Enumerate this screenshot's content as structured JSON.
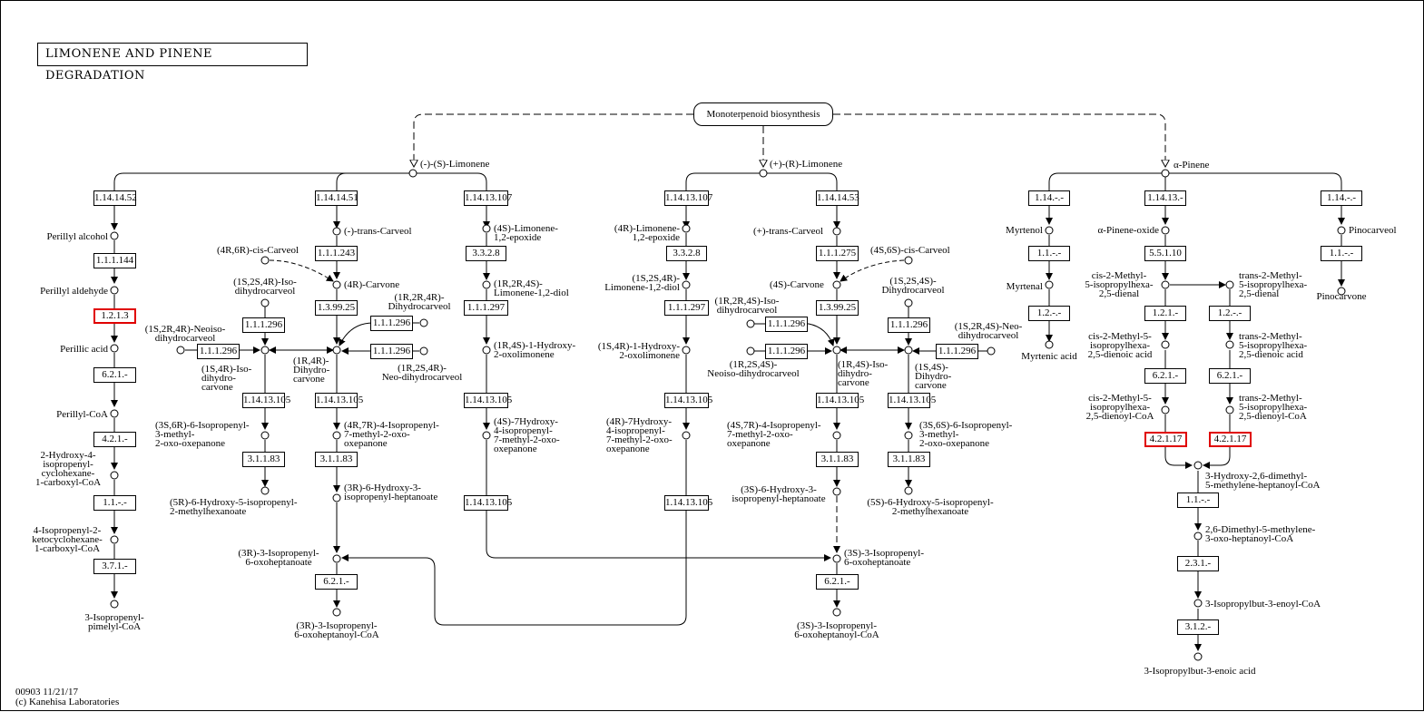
{
  "title": "LIMONENE AND PINENE DEGRADATION",
  "pathway_link": "Monoterpenoid biosynthesis",
  "footer": {
    "id_date": "00903 11/21/17",
    "copyright": "(c) Kanehisa Laboratories"
  },
  "highlight_color": "#e00000",
  "enzymes": {
    "e1": "1.14.14.52",
    "e2": "1.1.1.144",
    "e3": "1.2.1.3",
    "e4": "6.2.1.-",
    "e5": "4.2.1.-",
    "e6": "1.1.-.-",
    "e7": "3.7.1.-",
    "e8": "1.14.14.51",
    "e9": "1.1.1.243",
    "e10": "1.3.99.25",
    "e11": "1.1.1.296",
    "e12": "1.1.1.296",
    "e13": "1.1.1.296",
    "e14": "1.14.13.105",
    "e15": "1.14.13.105",
    "e16": "3.1.1.83",
    "e17": "3.1.1.83",
    "e18": "6.2.1.-",
    "e19": "1.14.13.107",
    "e20": "3.3.2.8",
    "e21": "1.1.1.297",
    "e22": "1.14.13.105",
    "e23": "1.14.13.105",
    "e24": "1.14.13.107",
    "e25": "3.3.2.8",
    "e26": "1.1.1.297",
    "e27": "1.14.13.105",
    "e28": "1.14.13.105",
    "e29": "1.14.14.53",
    "e30": "1.1.1.275",
    "e31": "1.3.99.25",
    "e32": "1.1.1.296",
    "e33": "1.1.1.296",
    "e34": "1.1.1.296",
    "e35": "1.14.13.105",
    "e36": "1.14.13.105",
    "e37": "3.1.1.83",
    "e38": "3.1.1.83",
    "e39": "6.2.1.-",
    "e40": "1.14.-.-",
    "e41": "1.1.-.-",
    "e42": "1.2.-.-",
    "e43": "1.14.13.-",
    "e44": "5.5.1.10",
    "e45": "1.2.1.-",
    "e46": "1.2.-.-",
    "e47": "6.2.1.-",
    "e48": "6.2.1.-",
    "e49": "4.2.1.17",
    "e50": "4.2.1.17",
    "e51": "1.14.-.-",
    "e52": "1.1.-.-",
    "e53": "1.1.-.-",
    "e54": "2.3.1.-",
    "e55": "3.1.2.-"
  },
  "compounds": {
    "s_limonene": "(-)-(S)-Limonene",
    "r_limonene": "(+)-(R)-Limonene",
    "a_pinene": "α-Pinene",
    "perillyl_alcohol": "Perillyl alcohol",
    "perillyl_aldehyde": "Perillyl aldehyde",
    "perillic_acid": "Perillic acid",
    "perillyl_coa": "Perillyl-CoA",
    "hydroxy_isopropenyl": "2-Hydroxy-4-\nisopropenyl-\ncyclohexane-\n1-carboxyl-CoA",
    "isopropenyl_keto": "4-Isopropenyl-2-\nketocyclohexane-\n1-carboxyl-CoA",
    "isopropenyl_pimelyl": "3-Isopropenyl-\npimelyl-CoA",
    "trans_carveol_minus": "(-)-trans-Carveol",
    "cis_carveol_4r6r": "(4R,6R)-cis-Carveol",
    "carvone_4r": "(4R)-Carvone",
    "iso_dihydrocarveol_1s2s4r": "(1S,2S,4R)-Iso-\ndihydrocarveol",
    "dihydrocarveol_1r2r4r": "(1R,2R,4R)-\nDihydrocarveol",
    "neoiso_1s2r4r": "(1S,2R,4R)-Neoiso-\ndihydrocarveol",
    "neo_1r2s4r": "(1R,2S,4R)-\nNeo-dihydrocarveol",
    "isodihydrocarvone_1s4r": "(1S,4R)-Iso-\ndihydro-\ncarvone",
    "dihydrocarvone_1r4r": "(1R,4R)-\nDihydro-\ncarvone",
    "oxepanone_3s6r": "(3S,6R)-6-Isopropenyl-\n3-methyl-\n2-oxo-oxepanone",
    "oxepanone_4r7r": "(4R,7R)-4-Isopropenyl-\n7-methyl-2-oxo-\noxepanone",
    "hydroxy_5r": "(5R)-6-Hydroxy-5-isopropenyl-\n2-methylhexanoate",
    "hydroxy_3r": "(3R)-6-Hydroxy-3-\nisopropenyl-heptanoate",
    "oxoheptanoate_3r": "(3R)-3-Isopropenyl-\n6-oxoheptanoate",
    "oxoheptanoyl_3r": "(3R)-3-Isopropenyl-\n6-oxoheptanoyl-CoA",
    "epoxide_4s": "(4S)-Limonene-\n1,2-epoxide",
    "diol_1r2r4s": "(1R,2R,4S)-\nLimonene-1,2-diol",
    "oxolimonene_1r4s": "(1R,4S)-1-Hydroxy-\n2-oxolimonene",
    "oxepanone_4s7h": "(4S)-7Hydroxy-\n4-isopropenyl-\n7-methyl-2-oxo-\noxepanone",
    "epoxide_4r": "(4R)-Limonene-\n1,2-epoxide",
    "diol_1s2s4r": "(1S,2S,4R)-\nLimonene-1,2-diol",
    "oxolimonene_1s4r": "(1S,4R)-1-Hydroxy-\n2-oxolimonene",
    "oxepanone_4r7h": "(4R)-7Hydroxy-\n4-isopropenyl-\n7-methyl-2-oxo-\noxepanone",
    "trans_carveol_plus": "(+)-trans-Carveol",
    "cis_carveol_4s6s": "(4S,6S)-cis-Carveol",
    "carvone_4s": "(4S)-Carvone",
    "dihydrocarveol_1s2s4s": "(1S,2S,4S)-\nDihydrocarveol",
    "iso_dihydrocarveol_1r2r4s": "(1R,2R,4S)-Iso-\ndihydrocarveol",
    "neoiso_1s2r4s": "(1S,2R,4S)-Neo-\ndihydrocarveol",
    "neoiso_1r2s4s": "(1R,2S,4S)-\nNeoiso-dihydrocarveol",
    "isodihydrocarvone_1r4s": "(1R,4S)-Iso-\ndihydro-\ncarvone",
    "dihydrocarvone_1s4s": "(1S,4S)-\nDihydro-\ncarvone",
    "oxepanone_4s7r": "(4S,7R)-4-Isopropenyl-\n7-methyl-2-oxo-\noxepanone",
    "oxepanone_3s6s": "(3S,6S)-6-Isopropenyl-\n3-methyl-\n2-oxo-oxepanone",
    "hydroxy_3s": "(3S)-6-Hydroxy-3-\nisopropenyl-heptanoate",
    "hydroxy_5s": "(5S)-6-Hydroxy-5-isopropenyl-\n2-methylhexanoate",
    "oxoheptanoate_3s": "(3S)-3-Isopropenyl-\n6-oxoheptanoate",
    "oxoheptanoyl_3s": "(3S)-3-Isopropenyl-\n6-oxoheptanoyl-CoA",
    "myrtenol": "Myrtenol",
    "myrtenal": "Myrtenal",
    "myrtenic_acid": "Myrtenic acid",
    "pinene_oxide": "α-Pinene-oxide",
    "pinocarveol": "Pinocarveol",
    "pinocarvone": "Pinocarvone",
    "cis_dienal": "cis-2-Methyl-\n5-isopropylhexa-\n2,5-dienal",
    "trans_dienal": "trans-2-Methyl-\n5-isopropylhexa-\n2,5-dienal",
    "cis_dienoic": "cis-2-Methyl-5-\nisopropylhexa-\n2,5-dienoic acid",
    "trans_dienoic": "trans-2-Methyl-\n5-isopropylhexa-\n2,5-dienoic acid",
    "cis_dienoyl": "cis-2-Methyl-5-\nisopropylhexa-\n2,5-dienoyl-CoA",
    "trans_dienoyl": "trans-2-Methyl-\n5-isopropylhexa-\n2,5-dienoyl-CoA",
    "hydroxy_dimethyl": "3-Hydroxy-2,6-dimethyl-\n5-methylene-heptanoyl-CoA",
    "dimethyl_oxo": "2,6-Dimethyl-5-methylene-\n3-oxo-heptanoyl-CoA",
    "isopropylbut_coa": "3-Isopropylbut-3-enoyl-CoA",
    "isopropylbut_acid": "3-Isopropylbut-3-enoic acid"
  }
}
